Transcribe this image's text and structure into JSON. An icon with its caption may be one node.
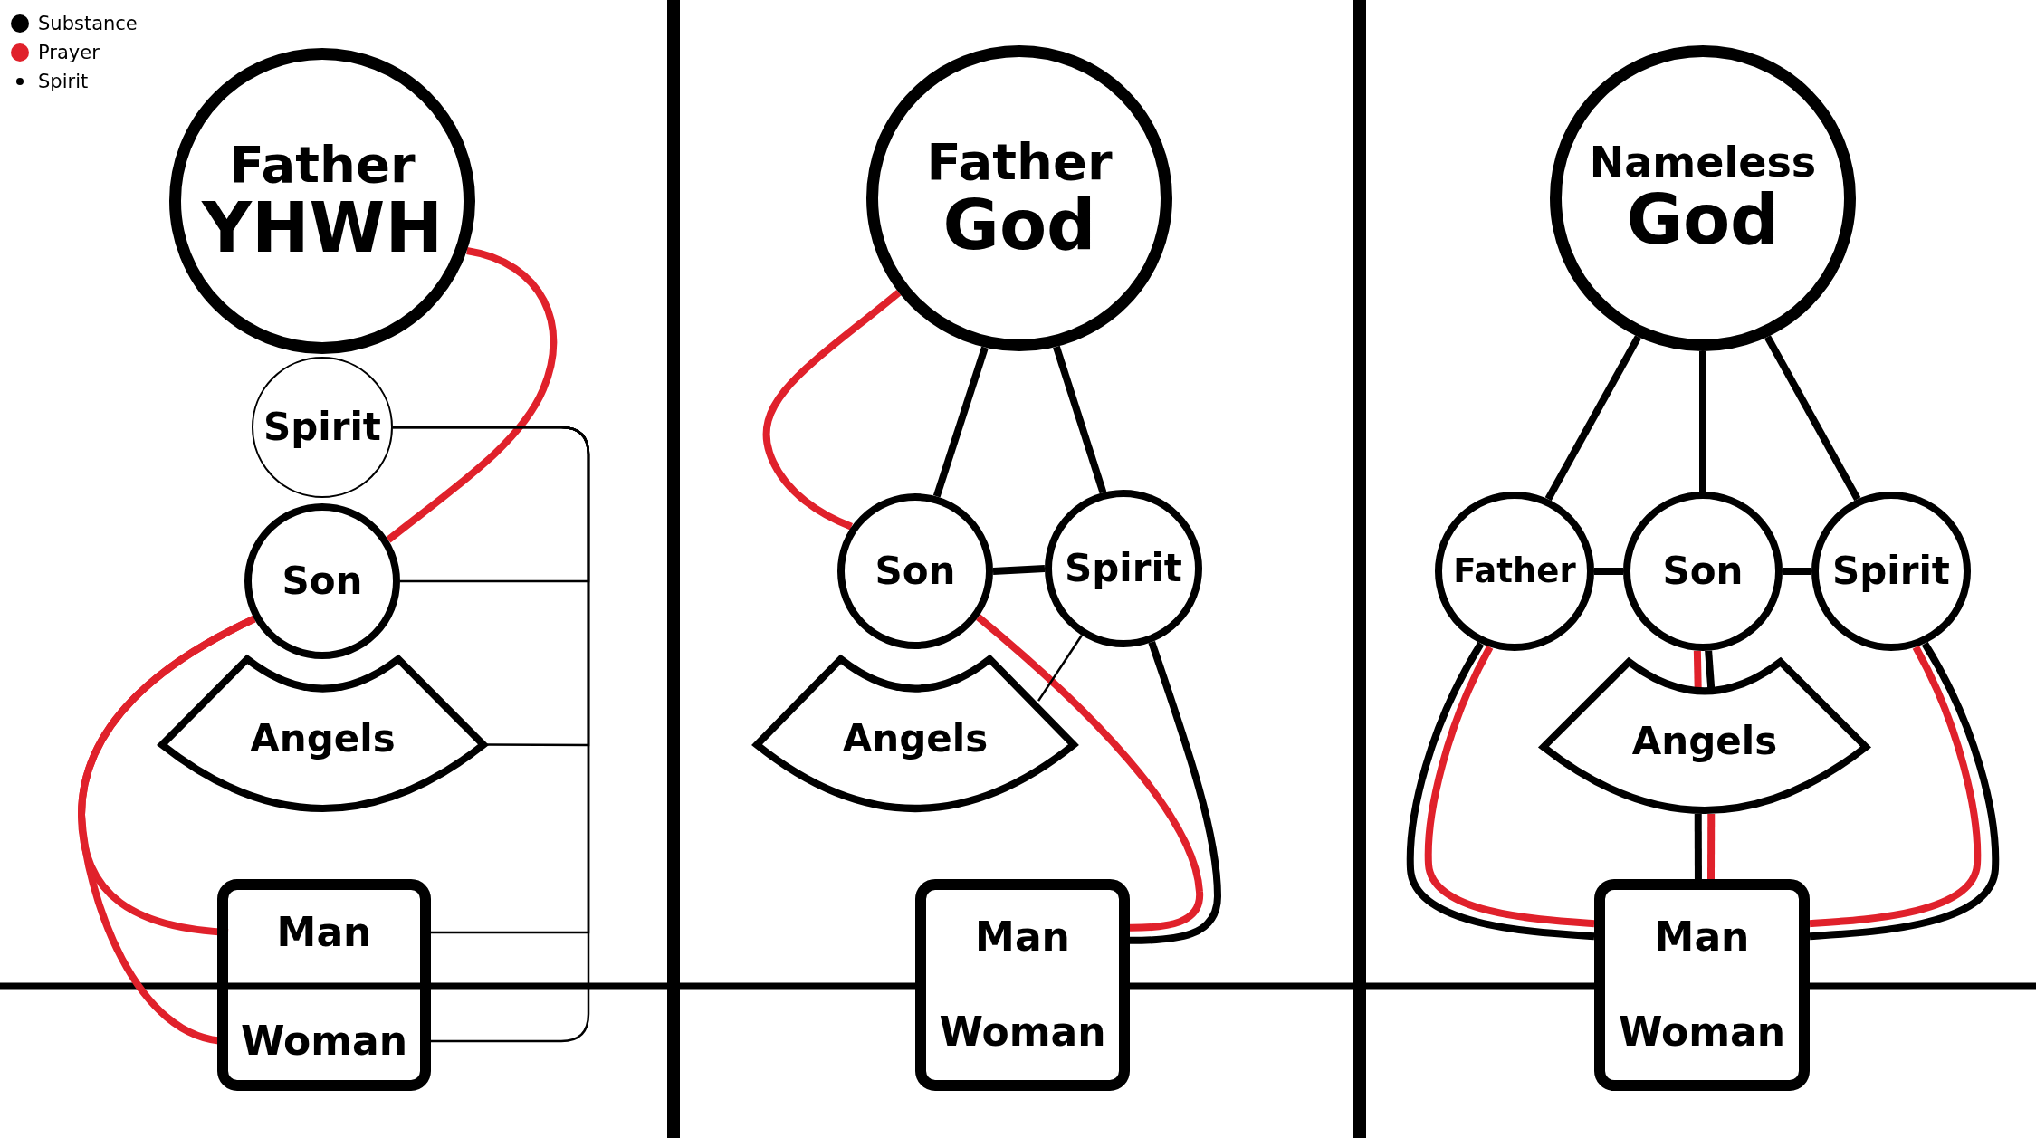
{
  "diagram": {
    "nodes": [
      {
        "text": [
          "Father",
          "YHWH"
        ]
      },
      {
        "text": [
          "Spirit"
        ]
      },
      {
        "text": [
          "Son"
        ]
      },
      {
        "text": [
          "Angels"
        ]
      },
      {
        "text": [],
        "shape": "box"
      },
      {
        "text": [
          "Man"
        ],
        "in": 4
      },
      {
        "text": [
          "Woman"
        ],
        "in": 4
      },
      {
        "text": [
          "Father",
          "God"
        ]
      },
      {
        "text": [
          "Son"
        ]
      },
      {
        "text": [
          "Spirit"
        ]
      },
      {
        "text": [
          "Angels"
        ]
      },
      {
        "text": [
          "Man",
          "Woman"
        ]
      },
      {
        "text": [
          "Nameless",
          "God"
        ]
      },
      {
        "text": [
          "Father"
        ]
      },
      {
        "text": [
          "Son"
        ]
      },
      {
        "text": [
          "Spirit"
        ]
      },
      {
        "text": [
          "Angels"
        ]
      },
      {
        "text": [
          "Man",
          "Woman"
        ]
      }
    ],
    "edges": [
      {
        "from": 0,
        "to": 2,
        "arrow": "none",
        "color": "#e0212b"
      },
      {
        "from": 2,
        "to": 5,
        "arrow": "none",
        "color": "#e0212b"
      },
      {
        "from": 2,
        "to": 6,
        "arrow": "none",
        "color": "#e0212b"
      },
      {
        "from": 1,
        "to": 2,
        "arrow": "none"
      },
      {
        "from": 1,
        "to": 3,
        "arrow": "none"
      },
      {
        "from": 1,
        "to": 5,
        "arrow": "none"
      },
      {
        "from": 1,
        "to": 6,
        "arrow": "none"
      },
      {
        "from": 7,
        "to": 8,
        "arrow": "none"
      },
      {
        "from": 7,
        "to": 9,
        "arrow": "none"
      },
      {
        "from": 8,
        "to": 9,
        "arrow": "none"
      },
      {
        "from": 7,
        "to": 8,
        "arrow": "none",
        "color": "#e0212b"
      },
      {
        "from": 8,
        "to": 11,
        "arrow": "none",
        "color": "#e0212b"
      },
      {
        "from": 9,
        "to": 11,
        "arrow": "none"
      },
      {
        "from": 9,
        "to": 10,
        "arrow": "none"
      },
      {
        "from": 12,
        "to": 13,
        "arrow": "none"
      },
      {
        "from": 12,
        "to": 14,
        "arrow": "none"
      },
      {
        "from": 12,
        "to": 15,
        "arrow": "none"
      },
      {
        "from": 13,
        "to": 14,
        "arrow": "none"
      },
      {
        "from": 14,
        "to": 15,
        "arrow": "none"
      },
      {
        "from": 14,
        "to": 16,
        "arrow": "none"
      },
      {
        "from": 14,
        "to": 16,
        "arrow": "none",
        "color": "#e0212b"
      },
      {
        "from": 16,
        "to": 17,
        "arrow": "none"
      },
      {
        "from": 16,
        "to": 17,
        "arrow": "none",
        "color": "#e0212b"
      },
      {
        "from": 13,
        "to": 17,
        "arrow": "none"
      },
      {
        "from": 13,
        "to": 17,
        "arrow": "none",
        "color": "#e0212b"
      },
      {
        "from": 15,
        "to": 17,
        "arrow": "none"
      },
      {
        "from": 15,
        "to": 17,
        "arrow": "none",
        "color": "#e0212b"
      }
    ],
    "legend": [
      {
        "text": "Substance",
        "color": "#000000"
      },
      {
        "text": "Prayer",
        "color": "#e0212b"
      },
      {
        "text": "Spirit",
        "color": "#000000"
      }
    ]
  }
}
